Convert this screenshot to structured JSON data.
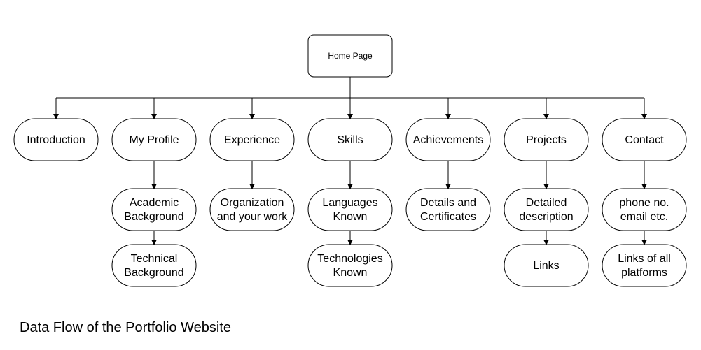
{
  "diagram": {
    "caption": "Data Flow of the Portfolio Website",
    "root": {
      "id": "home",
      "label": "Home Page"
    },
    "sections": [
      {
        "id": "introduction",
        "label": "Introduction",
        "children": []
      },
      {
        "id": "my-profile",
        "label": "My Profile",
        "children": [
          {
            "id": "academic-background",
            "label": "Academic\nBackground"
          },
          {
            "id": "technical-background",
            "label": "Technical\nBackground"
          }
        ]
      },
      {
        "id": "experience",
        "label": "Experience",
        "children": [
          {
            "id": "organization",
            "label": "Organization\nand your work"
          }
        ]
      },
      {
        "id": "skills",
        "label": "Skills",
        "children": [
          {
            "id": "languages-known",
            "label": "Languages\nKnown"
          },
          {
            "id": "technologies-known",
            "label": "Technologies\nKnown"
          }
        ]
      },
      {
        "id": "achievements",
        "label": "Achievements",
        "children": [
          {
            "id": "details-certificates",
            "label": "Details and\nCertificates"
          }
        ]
      },
      {
        "id": "projects",
        "label": "Projects",
        "children": [
          {
            "id": "detailed-description",
            "label": "Detailed\ndescription"
          },
          {
            "id": "links",
            "label": "Links"
          }
        ]
      },
      {
        "id": "contact",
        "label": "Contact",
        "children": [
          {
            "id": "phone-email",
            "label": "phone no.\nemail etc."
          },
          {
            "id": "platform-links",
            "label": "Links of all\nplatforms"
          }
        ]
      }
    ]
  }
}
